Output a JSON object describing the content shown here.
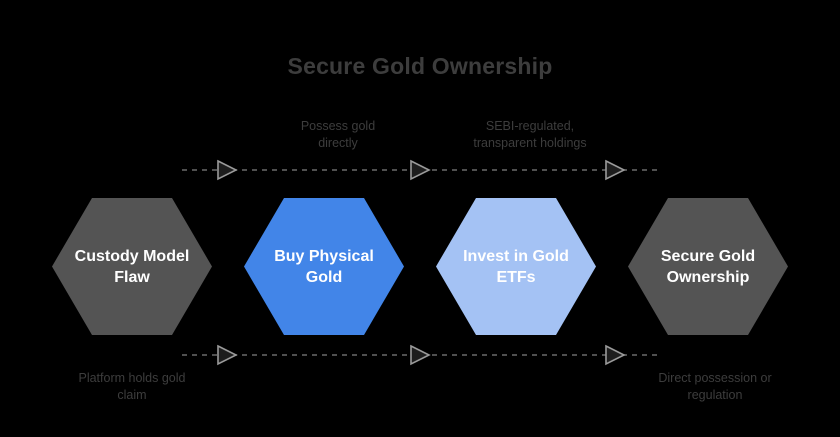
{
  "title": "Secure Gold Ownership",
  "colors": {
    "background": "#000000",
    "title_text": "#3d3d3d",
    "node_dark": "#545454",
    "node_blue": "#4285e8",
    "node_light_blue": "#a4c2f4",
    "node_text": "#ffffff",
    "edge_line": "#6b6b6b",
    "edge_label_text": "#3d3d3d"
  },
  "chart_data": {
    "type": "diagram",
    "title": "Secure Gold Ownership",
    "layout": "horizontal-flow",
    "nodes": [
      {
        "id": "custody-model-flaw",
        "label": "Custody Model\nFlaw",
        "fill": "#545454",
        "shape": "hexagon"
      },
      {
        "id": "buy-physical-gold",
        "label": "Buy Physical\nGold",
        "fill": "#4285e8",
        "shape": "hexagon"
      },
      {
        "id": "invest-in-gold-etfs",
        "label": "Invest in Gold\nETFs",
        "fill": "#a4c2f4",
        "shape": "hexagon"
      },
      {
        "id": "secure-gold-ownership",
        "label": "Secure Gold\nOwnership",
        "fill": "#545454",
        "shape": "hexagon"
      }
    ],
    "edges": [
      {
        "from": "custody-model-flaw",
        "to": "buy-physical-gold",
        "label": "Possess gold\ndirectly",
        "position": "top",
        "style": "dashed"
      },
      {
        "from": "buy-physical-gold",
        "to": "invest-in-gold-etfs",
        "label": "SEBI-regulated,\ntransparent holdings",
        "position": "top",
        "style": "dashed"
      },
      {
        "from": "custody-model-flaw",
        "to": "buy-physical-gold",
        "label": "Platform holds gold\nclaim",
        "position": "bottom",
        "style": "dashed"
      },
      {
        "from": "invest-in-gold-etfs",
        "to": "secure-gold-ownership",
        "label": "Direct possession or\nregulation",
        "position": "bottom",
        "style": "dashed"
      }
    ]
  },
  "nodes": {
    "n1": {
      "label": "Custody Model\nFlaw"
    },
    "n2": {
      "label": "Buy Physical\nGold"
    },
    "n3": {
      "label": "Invest in Gold\nETFs"
    },
    "n4": {
      "label": "Secure Gold\nOwnership"
    }
  },
  "edge_labels": {
    "top_1": "Possess gold\ndirectly",
    "top_2": "SEBI-regulated,\ntransparent holdings",
    "bottom_1": "Platform holds gold\nclaim",
    "bottom_2": "Direct possession or\nregulation"
  }
}
